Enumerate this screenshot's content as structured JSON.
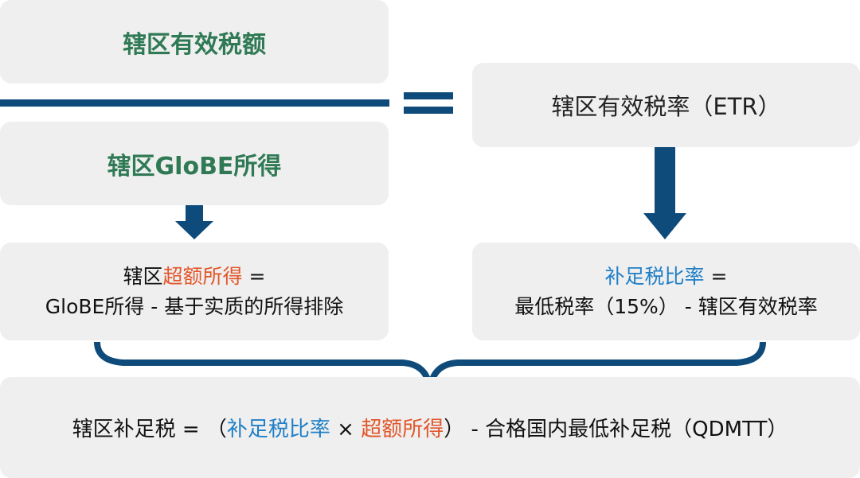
{
  "tax_box": {
    "label": "辖区有效税额"
  },
  "income_box": {
    "label": "辖区GloBE所得"
  },
  "etr_box": {
    "label": "辖区有效税率（ETR）"
  },
  "excess_box": {
    "line1_prefix": "辖区",
    "line1_highlight": "超额所得",
    "line1_suffix": " =",
    "line2": "GloBE所得 - 基于实质的所得排除"
  },
  "rate_box": {
    "line1_highlight": "补足税比率",
    "line1_suffix": " =",
    "line2": "最低税率（15%） - 辖区有效税率"
  },
  "topup_box": {
    "prefix": "辖区补足税 = （",
    "rate": "补足税比率",
    "times": " × ",
    "excess": "超额所得",
    "suffix": "） - 合格国内最低补足税（QDMTT）"
  },
  "colors": {
    "green": "#2f7a55",
    "orange": "#e2562a",
    "blue": "#1f7fc7",
    "navy": "#0e4b7b",
    "box": "#efefef"
  }
}
